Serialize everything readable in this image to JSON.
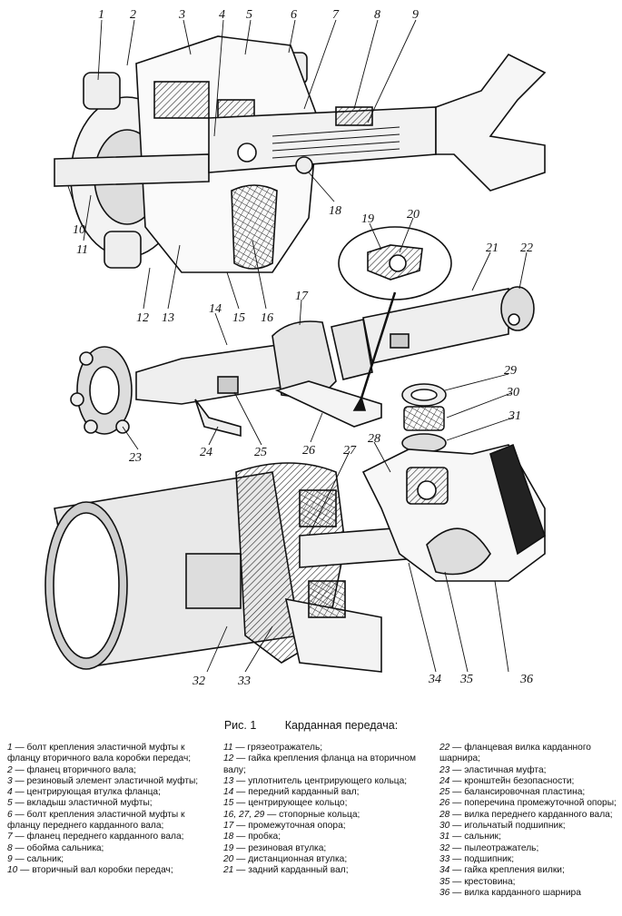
{
  "figure": {
    "number": "Рис. 1",
    "title": "Карданная передача:"
  },
  "callouts": [
    "1",
    "2",
    "3",
    "4",
    "5",
    "6",
    "7",
    "8",
    "9",
    "10",
    "11",
    "12",
    "13",
    "14",
    "15",
    "16",
    "17",
    "18",
    "19",
    "20",
    "21",
    "22",
    "23",
    "24",
    "25",
    "26",
    "27",
    "28",
    "29",
    "30",
    "31",
    "32",
    "33",
    "34",
    "35",
    "36"
  ],
  "legend": {
    "col1": [
      {
        "num": "1",
        "text": " — болт крепления эластичной муфты к фланцу вторичного вала коробки передач;"
      },
      {
        "num": "2",
        "text": " — фланец вторичного вала;"
      },
      {
        "num": "3",
        "text": " — резиновый элемент эластичной муфты;"
      },
      {
        "num": "4",
        "text": " — центрирующая втулка фланца;"
      },
      {
        "num": "5",
        "text": " — вкладыш эластичной муфты;"
      },
      {
        "num": "6",
        "text": " — болт крепления эластичной муфты к фланцу переднего карданного вала;"
      },
      {
        "num": "7",
        "text": " — фланец переднего карданного вала;"
      },
      {
        "num": "8",
        "text": " — обойма сальника;"
      },
      {
        "num": "9",
        "text": " — сальник;"
      },
      {
        "num": "10",
        "text": " — вторичный вал коробки передач;"
      }
    ],
    "col2": [
      {
        "num": "11",
        "text": " — грязеотражатель;"
      },
      {
        "num": "12",
        "text": " — гайка крепления фланца на вторичном валу;"
      },
      {
        "num": "13",
        "text": " — уплотнитель центрирующего кольца;"
      },
      {
        "num": "14",
        "text": " — передний карданный вал;"
      },
      {
        "num": "15",
        "text": " — центрирующее кольцо;"
      },
      {
        "num": "16, 27, 29",
        "text": " — стопорные кольца;"
      },
      {
        "num": "17",
        "text": " — промежуточная опора;"
      },
      {
        "num": "18",
        "text": " — пробка;"
      },
      {
        "num": "19",
        "text": " — резиновая втулка;"
      },
      {
        "num": "20",
        "text": " — дистанционная втулка;"
      },
      {
        "num": "21",
        "text": " — задний карданный вал;"
      }
    ],
    "col3": [
      {
        "num": "22",
        "text": " — фланцевая вилка карданного шарнира;"
      },
      {
        "num": "23",
        "text": " — эластичная муфта;"
      },
      {
        "num": "24",
        "text": " — кронштейн безопасности;"
      },
      {
        "num": "25",
        "text": " — балансировочная пластина;"
      },
      {
        "num": "26",
        "text": " — поперечина промежуточной опоры;"
      },
      {
        "num": "28",
        "text": " — вилка переднего карданного вала;"
      },
      {
        "num": "30",
        "text": " — игольчатый подшипник;"
      },
      {
        "num": "31",
        "text": " — сальник;"
      },
      {
        "num": "32",
        "text": " — пылеотражатель;"
      },
      {
        "num": "33",
        "text": " — подшипник;"
      },
      {
        "num": "34",
        "text": " — гайка крепления вилки;"
      },
      {
        "num": "35",
        "text": " — крестовина;"
      },
      {
        "num": "36",
        "text": " — вилка карданного шарнира"
      }
    ]
  }
}
